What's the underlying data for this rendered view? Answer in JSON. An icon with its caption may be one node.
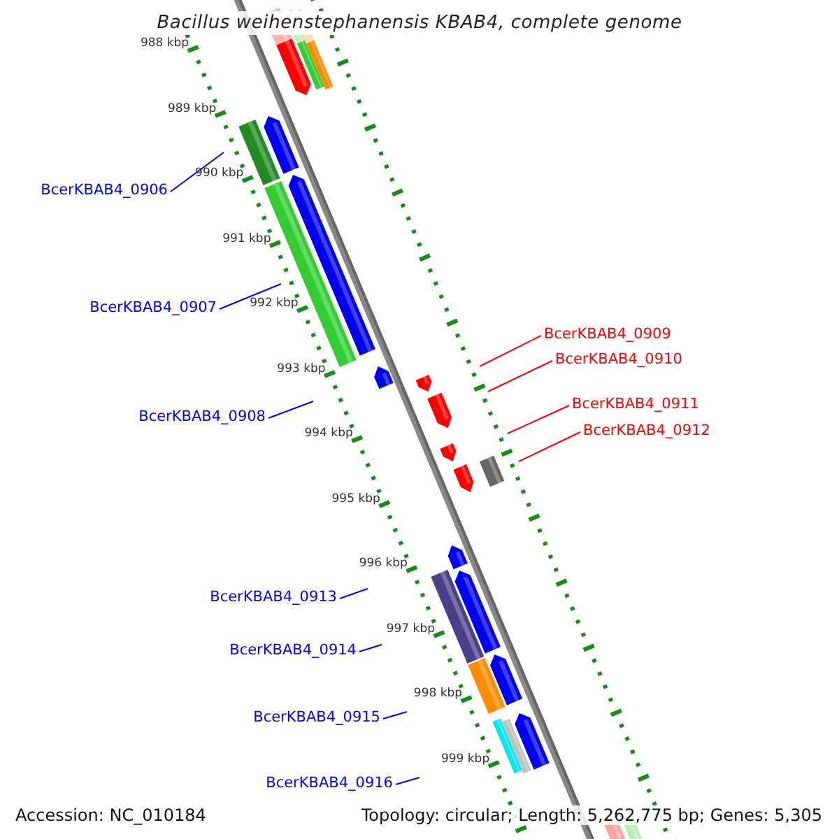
{
  "diagram": {
    "title": "Bacillus weihenstephanensis KBAB4, complete genome",
    "nodes": [
      {
        "text": [
          "BcerKBAB4_0906"
        ]
      },
      {
        "text": [
          "BcerKBAB4_0907"
        ]
      },
      {
        "text": [
          "BcerKBAB4_0908"
        ]
      },
      {
        "text": [
          "BcerKBAB4_0909"
        ]
      },
      {
        "text": [
          "BcerKBAB4_0910"
        ]
      },
      {
        "text": [
          "BcerKBAB4_0911"
        ]
      },
      {
        "text": [
          "BcerKBAB4_0912"
        ]
      },
      {
        "text": [
          "BcerKBAB4_0913"
        ]
      },
      {
        "text": [
          "BcerKBAB4_0914"
        ]
      },
      {
        "text": [
          "BcerKBAB4_0915"
        ]
      },
      {
        "text": [
          "BcerKBAB4_0916"
        ]
      }
    ],
    "edges": [
      {
        "from": 0,
        "to": null,
        "arrow": "none",
        "color": "#0000ff"
      },
      {
        "from": 1,
        "to": null,
        "arrow": "none",
        "color": "#0000ff"
      },
      {
        "from": 2,
        "to": null,
        "arrow": "none",
        "color": "#0000ff"
      },
      {
        "from": 3,
        "to": null,
        "arrow": "none",
        "color": "#ff0000"
      },
      {
        "from": 4,
        "to": null,
        "arrow": "none",
        "color": "#ff0000"
      },
      {
        "from": 5,
        "to": null,
        "arrow": "none",
        "color": "#ff0000"
      },
      {
        "from": 6,
        "to": null,
        "arrow": "none",
        "color": "#ff0000"
      },
      {
        "from": 7,
        "to": null,
        "arrow": "none",
        "color": "#0000ff"
      },
      {
        "from": 8,
        "to": null,
        "arrow": "none",
        "color": "#0000ff"
      },
      {
        "from": 9,
        "to": null,
        "arrow": "none",
        "color": "#0000ff"
      },
      {
        "from": 10,
        "to": null,
        "arrow": "none",
        "color": "#0000ff"
      }
    ],
    "labels": [
      "988 kbp",
      "989 kbp",
      "990 kbp",
      "991 kbp",
      "992 kbp",
      "993 kbp",
      "994 kbp",
      "995 kbp",
      "996 kbp",
      "997 kbp",
      "998 kbp",
      "999 kbp",
      "Accession: NC_010184",
      "Topology: circular; Length: 5,262,775 bp; Genes: 5,305"
    ]
  }
}
